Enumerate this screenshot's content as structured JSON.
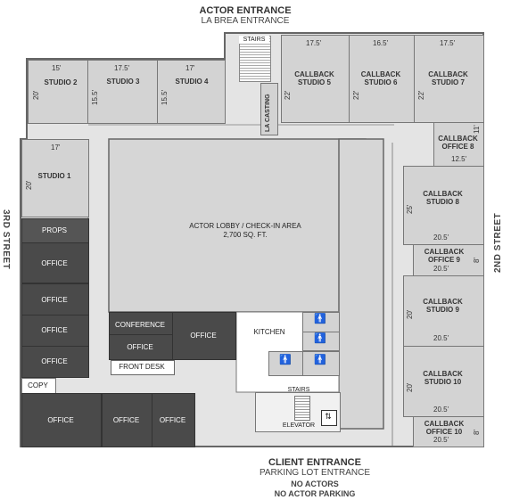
{
  "headings": {
    "top_title": "ACTOR ENTRANCE",
    "top_subtitle": "LA BREA ENTRANCE",
    "bottom_title": "CLIENT ENTRANCE",
    "bottom_subtitle": "PARKING LOT ENTRANCE",
    "bottom_note1": "NO ACTORS",
    "bottom_note2": "NO ACTOR PARKING",
    "left_street": "3RD STREET",
    "right_street": "2ND STREET"
  },
  "rooms": {
    "studio2": {
      "name": "STUDIO 2",
      "width": "15'",
      "depth": "20'"
    },
    "studio3": {
      "name": "STUDIO 3",
      "width": "17.5'",
      "depth": "15.5'"
    },
    "studio4": {
      "name": "STUDIO 4",
      "width": "17'",
      "depth": "15.5'"
    },
    "stairs_top": "STAIRS",
    "la_casting": "LA CASTING",
    "callback5": {
      "name1": "CALLBACK",
      "name2": "STUDIO 5",
      "width": "17.5'",
      "depth": "22'"
    },
    "callback6": {
      "name1": "CALLBACK",
      "name2": "STUDIO 6",
      "width": "16.5'",
      "depth": "22'"
    },
    "callback7": {
      "name1": "CALLBACK",
      "name2": "STUDIO 7",
      "width": "17.5'",
      "depth": "22'"
    },
    "studio1": {
      "name": "STUDIO 1",
      "width": "17'",
      "depth": "20'"
    },
    "office8": {
      "name1": "CALLBACK",
      "name2": "OFFICE 8",
      "width": "12.5'",
      "depth": "11'"
    },
    "callback8": {
      "name1": "CALLBACK",
      "name2": "STUDIO 8",
      "width": "20.5'",
      "depth": "25'"
    },
    "office9": {
      "name1": "CALLBACK",
      "name2": "OFFICE 9",
      "width": "20.5'",
      "depth": "8'"
    },
    "callback9": {
      "name1": "CALLBACK",
      "name2": "STUDIO 9",
      "width": "20.5'",
      "depth": "20'"
    },
    "callback10": {
      "name1": "CALLBACK",
      "name2": "STUDIO 10",
      "width": "20.5'",
      "depth": "20'"
    },
    "office10": {
      "name1": "CALLBACK",
      "name2": "OFFICE 10",
      "width": "20.5'",
      "depth": "8'"
    },
    "lobby": {
      "name": "ACTOR LOBBY / CHECK-IN AREA",
      "area": "2,700 SQ. FT."
    },
    "props": "PROPS",
    "office": "OFFICE",
    "conference": "CONFERENCE",
    "front_desk": "FRONT DESK",
    "kitchen": "KITCHEN",
    "stairs_bottom": "STAIRS",
    "elevator": "ELEVATOR",
    "copy": "COPY"
  }
}
